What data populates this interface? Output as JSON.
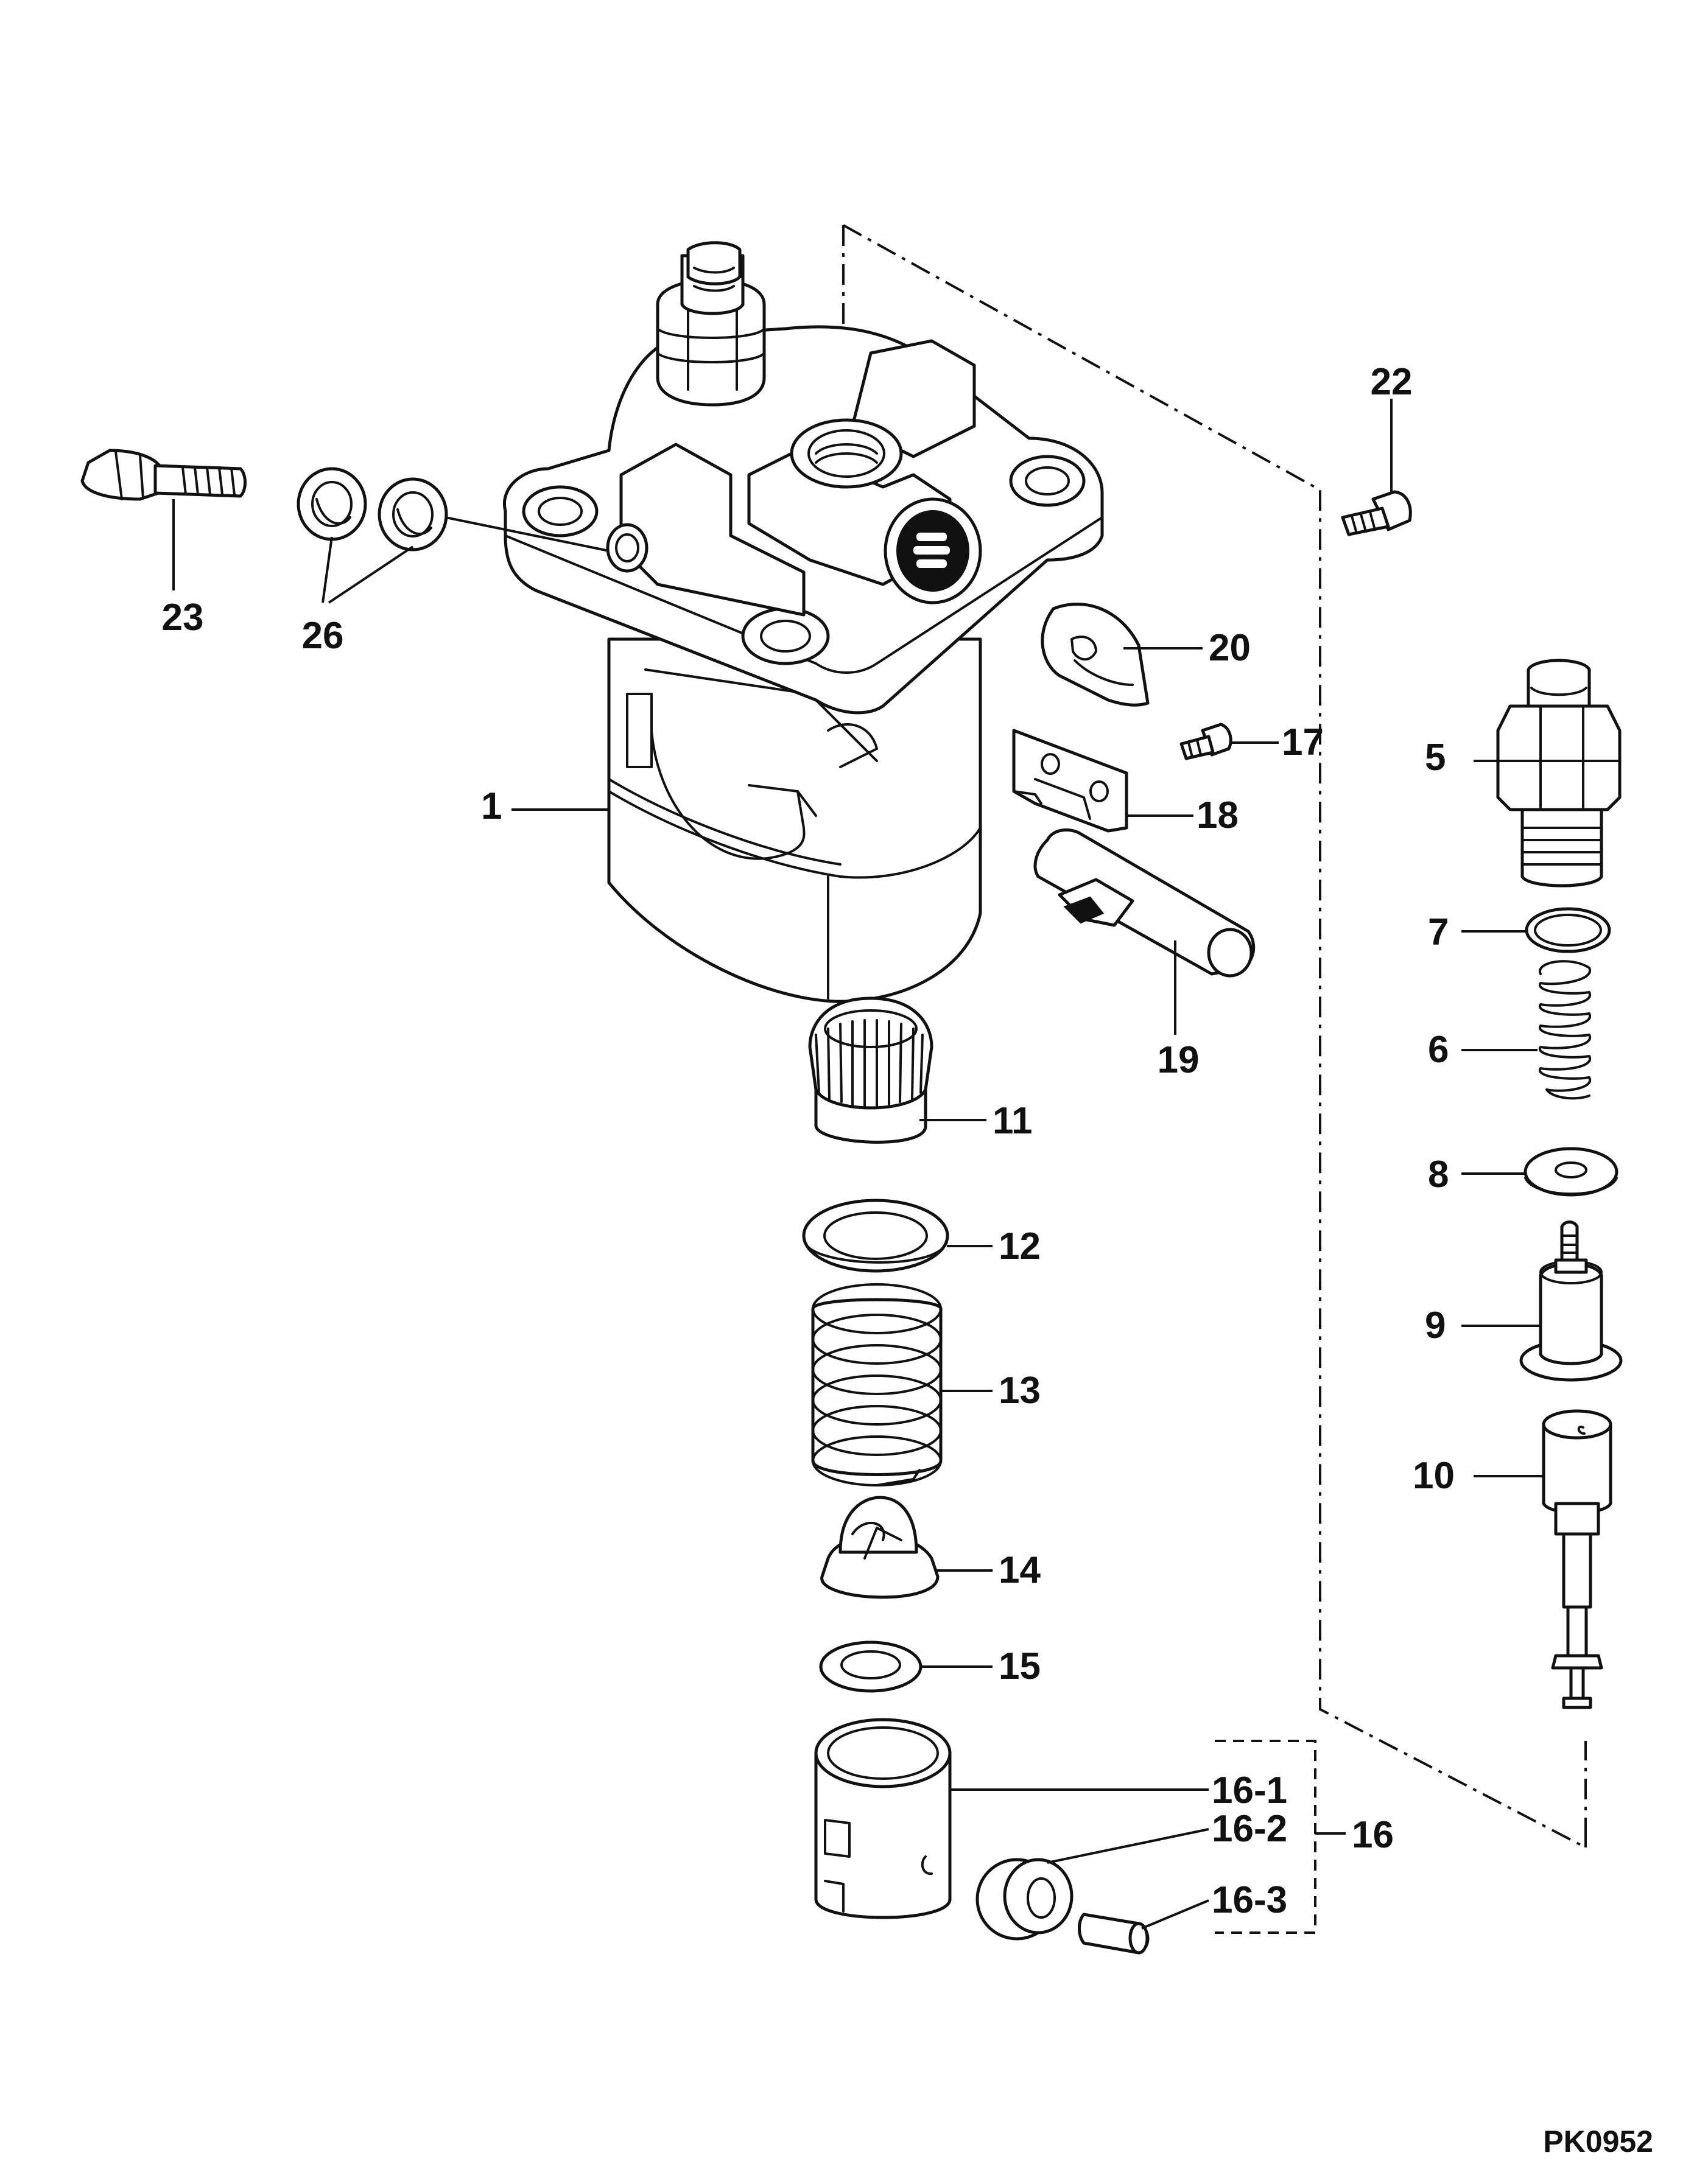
{
  "figure": {
    "code": "PK0952",
    "callouts": {
      "c1": "1",
      "c5": "5",
      "c6": "6",
      "c7": "7",
      "c8": "8",
      "c9": "9",
      "c10": "10",
      "c11": "11",
      "c12": "12",
      "c13": "13",
      "c14": "14",
      "c15": "15",
      "c16": "16",
      "c16_1": "16-1",
      "c16_2": "16-2",
      "c16_3": "16-3",
      "c17": "17",
      "c18": "18",
      "c19": "19",
      "c20": "20",
      "c22": "22",
      "c23": "23",
      "c26": "26"
    }
  }
}
